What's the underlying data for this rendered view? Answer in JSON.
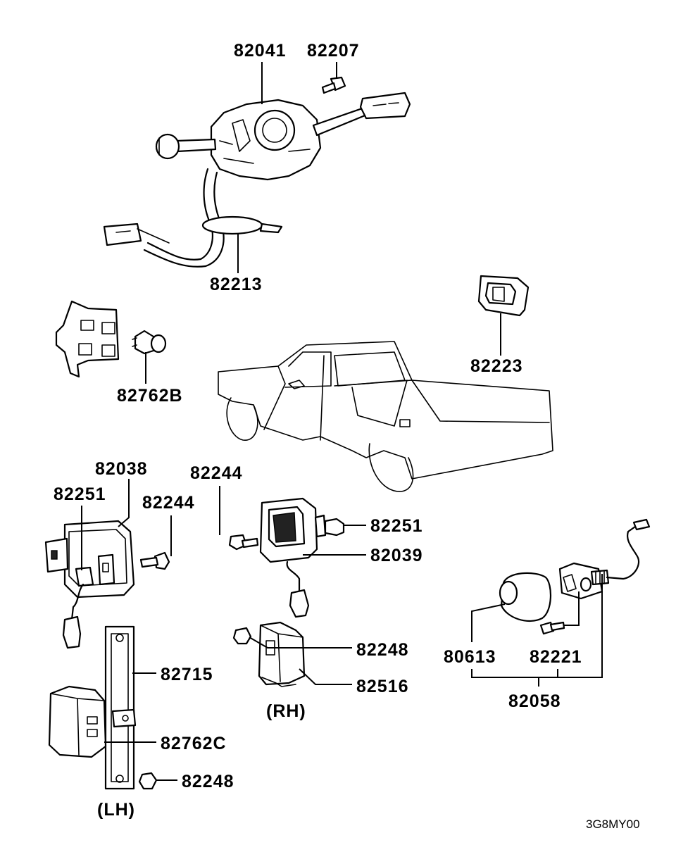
{
  "labels": {
    "p82041": "82041",
    "p82207": "82207",
    "p82213": "82213",
    "p82223": "82223",
    "p82762B": "82762B",
    "p82038": "82038",
    "p82251_left": "82251",
    "p82244_left": "82244",
    "p82244_mid": "82244",
    "p82251_mid": "82251",
    "p82039": "82039",
    "p82248_mid": "82248",
    "p82516": "82516",
    "rh": "(RH)",
    "p82715": "82715",
    "p82762C": "82762C",
    "p82248_left": "82248",
    "lh": "(LH)",
    "p80613": "80613",
    "p82221": "82221",
    "p82058": "82058",
    "code": "3G8MY00"
  }
}
